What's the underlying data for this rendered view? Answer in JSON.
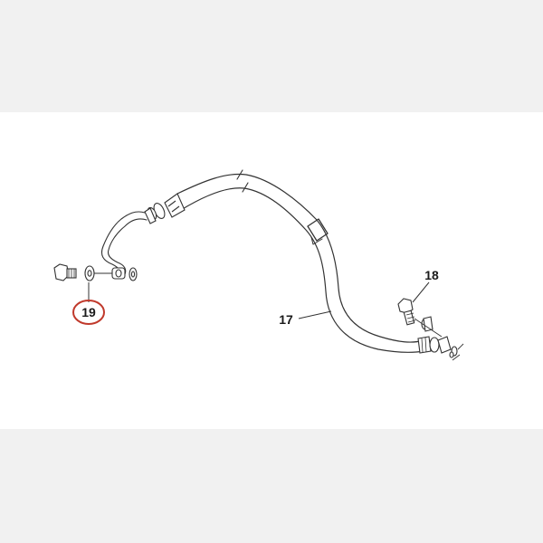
{
  "diagram": {
    "callouts": {
      "hose": "17",
      "bolt": "18",
      "washer": "19"
    },
    "highlight_color": "#c0392b",
    "line_color": "#333333",
    "background_color": "#ffffff",
    "frame_color": "#f1f1f1"
  }
}
